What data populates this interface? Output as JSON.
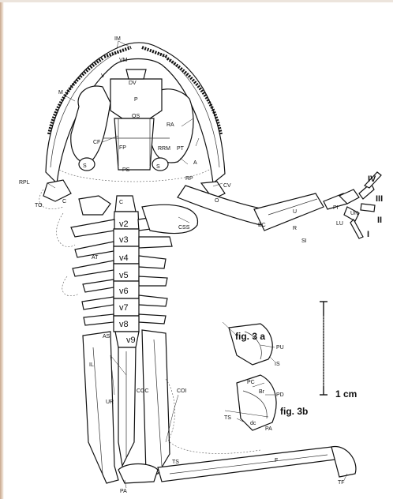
{
  "labels": {
    "im": "IM",
    "m": "M",
    "vm": "VM",
    "v": "V",
    "dv": "DV",
    "p": "P",
    "os": "OS",
    "cf": "CF",
    "fp": "FP",
    "ra": "RA",
    "rrm": "RRM",
    "pt": "PT",
    "s_left": "S",
    "s_right": "S",
    "ps": "PS",
    "a": "A",
    "rp": "RP",
    "cv": "CV",
    "o": "O",
    "rpl": "RPL",
    "to": "TO",
    "c_left": "C",
    "c_center": "C",
    "css": "CSS",
    "at": "AT",
    "as": "AS",
    "il": "IL",
    "ur": "UR",
    "coc": "COC",
    "coi": "COI",
    "ts": "TS",
    "pa": "PA",
    "f": "F",
    "tf": "TF",
    "ec": "EC",
    "u": "U",
    "r": "R",
    "si": "SI",
    "pi": "PI",
    "lu": "LU",
    "un": "UN",
    "pu": "PU",
    "is": "IS",
    "pc": "PC",
    "pd": "PD",
    "ts_b": "TS",
    "pa_b": "PA",
    "br": "Br",
    "dc": "dc"
  },
  "vertebrae": [
    "v2",
    "v3",
    "v4",
    "v5",
    "v6",
    "v7",
    "v8",
    "v9"
  ],
  "digits": [
    "IV",
    "III",
    "II",
    "I"
  ],
  "figure_labels": {
    "fig3a": "fig. 3 a",
    "fig3b": "fig. 3b"
  },
  "scale_bar": {
    "label": "1 cm"
  }
}
